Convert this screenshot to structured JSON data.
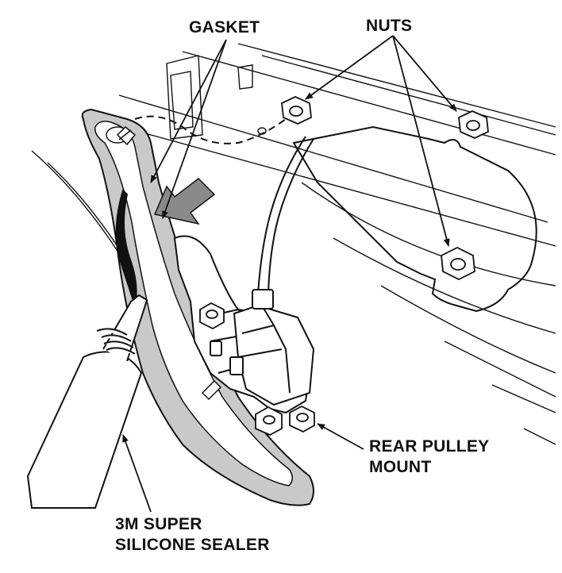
{
  "labels": {
    "gasket": "GASKET",
    "nuts": "NUTS",
    "rear_pulley_mount_line1": "REAR PULLEY",
    "rear_pulley_mount_line2": "MOUNT",
    "sealer_line1": "3M SUPER",
    "sealer_line2": "SILICONE SEALER"
  },
  "colors": {
    "ink": "#111111",
    "gasket_fill": "#c9c9c9",
    "arrow_fill": "#8a8a8a",
    "paper": "#ffffff"
  }
}
